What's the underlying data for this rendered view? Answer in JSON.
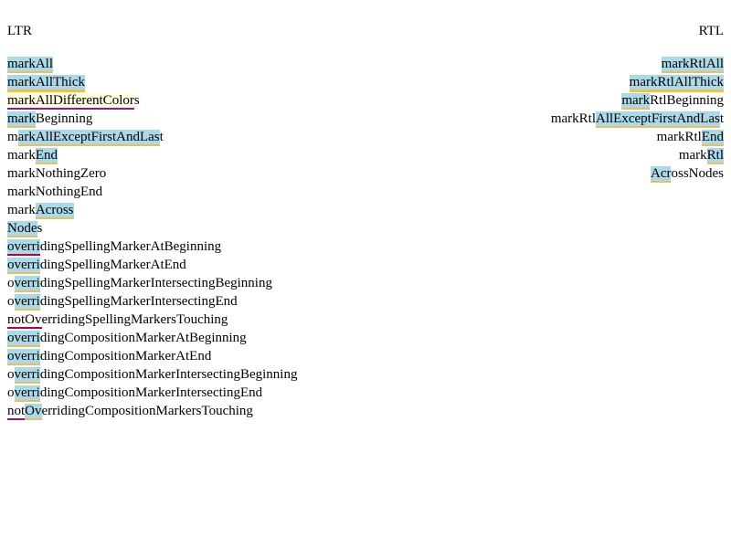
{
  "headers": {
    "ltr": "LTR",
    "rtl": "RTL"
  },
  "ltr": [
    {
      "name": "mark-all",
      "parts": [
        {
          "t": "markAll",
          "cls": "hl ul"
        }
      ]
    },
    {
      "name": "mark-all-thick",
      "parts": [
        {
          "t": "markAllThick",
          "cls": "hl ul-thick"
        }
      ]
    },
    {
      "name": "mark-all-different-colors",
      "parts": [
        {
          "t": "markAllDifferentColor",
          "cls": "hl-soft ul-purple"
        },
        {
          "t": "s",
          "cls": ""
        }
      ]
    },
    {
      "name": "mark-beginning",
      "parts": [
        {
          "t": "mark",
          "cls": "hl ul"
        },
        {
          "t": "Beginning",
          "cls": ""
        }
      ]
    },
    {
      "name": "mark-all-except-first-and-last",
      "parts": [
        {
          "t": "m",
          "cls": ""
        },
        {
          "t": "arkAllExceptFirstAndLas",
          "cls": "hl ul"
        },
        {
          "t": "t",
          "cls": ""
        }
      ]
    },
    {
      "name": "mark-end",
      "parts": [
        {
          "t": "mark",
          "cls": ""
        },
        {
          "t": "End",
          "cls": "hl ul"
        }
      ]
    },
    {
      "name": "mark-nothing-zero",
      "parts": [
        {
          "t": "markNothingZero",
          "cls": ""
        }
      ]
    },
    {
      "name": "mark-nothing-end",
      "parts": [
        {
          "t": "markNothingEnd",
          "cls": ""
        }
      ]
    },
    {
      "name": "mark-across",
      "parts": [
        {
          "t": "mark",
          "cls": ""
        },
        {
          "t": "Across",
          "cls": "hl ul"
        }
      ]
    },
    {
      "name": "nodes",
      "parts": [
        {
          "t": "Node",
          "cls": "hl ul"
        },
        {
          "t": "s",
          "cls": ""
        }
      ]
    },
    {
      "name": "overriding-spelling-marker-at-beginning",
      "parts": [
        {
          "t": "overri",
          "cls": "hl ul-red"
        },
        {
          "t": "dingSpellingMarkerAtBeginning",
          "cls": ""
        }
      ]
    },
    {
      "name": "overriding-spelling-marker-at-end",
      "parts": [
        {
          "t": "overri",
          "cls": "hl ul"
        },
        {
          "t": "dingSpellingMarkerAtEnd",
          "cls": ""
        }
      ]
    },
    {
      "name": "overriding-spelling-marker-intersecting-beginning",
      "parts": [
        {
          "t": "o",
          "cls": ""
        },
        {
          "t": "verri",
          "cls": "hl ul"
        },
        {
          "t": "dingSpellingMarkerIntersectingBeginning",
          "cls": ""
        }
      ]
    },
    {
      "name": "overriding-spelling-marker-intersecting-end",
      "parts": [
        {
          "t": "o",
          "cls": ""
        },
        {
          "t": "verri",
          "cls": "hl ul"
        },
        {
          "t": "dingSpellingMarkerIntersectingEnd",
          "cls": ""
        }
      ]
    },
    {
      "name": "not-overriding-spelling-markers-touching",
      "parts": [
        {
          "t": "notOv",
          "cls": "ul-red"
        },
        {
          "t": "erridingSpellingMarkersTouching",
          "cls": ""
        }
      ]
    },
    {
      "name": "overriding-composition-marker-at-beginning",
      "parts": [
        {
          "t": "overri",
          "cls": "hl ul"
        },
        {
          "t": "dingCompositionMarkerAtBeginning",
          "cls": ""
        }
      ]
    },
    {
      "name": "overriding-composition-marker-at-end",
      "parts": [
        {
          "t": "overri",
          "cls": "hl ul"
        },
        {
          "t": "dingCompositionMarkerAtEnd",
          "cls": ""
        }
      ]
    },
    {
      "name": "overriding-composition-marker-intersecting-beginning",
      "parts": [
        {
          "t": "o",
          "cls": ""
        },
        {
          "t": "verri",
          "cls": "hl ul"
        },
        {
          "t": "dingCompositionMarkerIntersectingBeginning",
          "cls": ""
        }
      ]
    },
    {
      "name": "overriding-composition-marker-intersecting-end",
      "parts": [
        {
          "t": "o",
          "cls": ""
        },
        {
          "t": "verri",
          "cls": "hl ul"
        },
        {
          "t": "dingCompositionMarkerIntersectingEnd",
          "cls": ""
        }
      ]
    },
    {
      "name": "not-overriding-composition-markers-touching",
      "parts": [
        {
          "t": "not",
          "cls": "ul-purple"
        },
        {
          "t": "Ov",
          "cls": "hl ul"
        },
        {
          "t": "erridingCompositionMarkersTouching",
          "cls": ""
        }
      ]
    }
  ],
  "rtl": [
    {
      "name": "mark-rtl-all",
      "parts": [
        {
          "t": "markRtlAll",
          "cls": "hl ul"
        }
      ]
    },
    {
      "name": "mark-rtl-all-thick",
      "parts": [
        {
          "t": "markRtlAllThick",
          "cls": "hl ul-thick"
        }
      ]
    },
    {
      "name": "mark-rtl-beginning",
      "parts": [
        {
          "t": "mark",
          "cls": "hl ul"
        },
        {
          "t": "RtlBeginning",
          "cls": ""
        }
      ]
    },
    {
      "name": "mark-rtl-all-except-first-and-last",
      "parts": [
        {
          "t": "markRtl",
          "cls": ""
        },
        {
          "t": "AllExceptFirstAndLas",
          "cls": "hl ul"
        },
        {
          "t": "t",
          "cls": ""
        }
      ]
    },
    {
      "name": "mark-rtl-end",
      "parts": [
        {
          "t": "markRtl",
          "cls": ""
        },
        {
          "t": "End",
          "cls": "hl ul"
        }
      ]
    },
    {
      "name": "mark-rtl",
      "parts": [
        {
          "t": "mark",
          "cls": ""
        },
        {
          "t": "Rtl",
          "cls": "hl ul"
        }
      ]
    },
    {
      "name": "across-nodes",
      "parts": [
        {
          "t": "Acr",
          "cls": "hl ul"
        },
        {
          "t": "ossNodes",
          "cls": ""
        }
      ]
    }
  ]
}
